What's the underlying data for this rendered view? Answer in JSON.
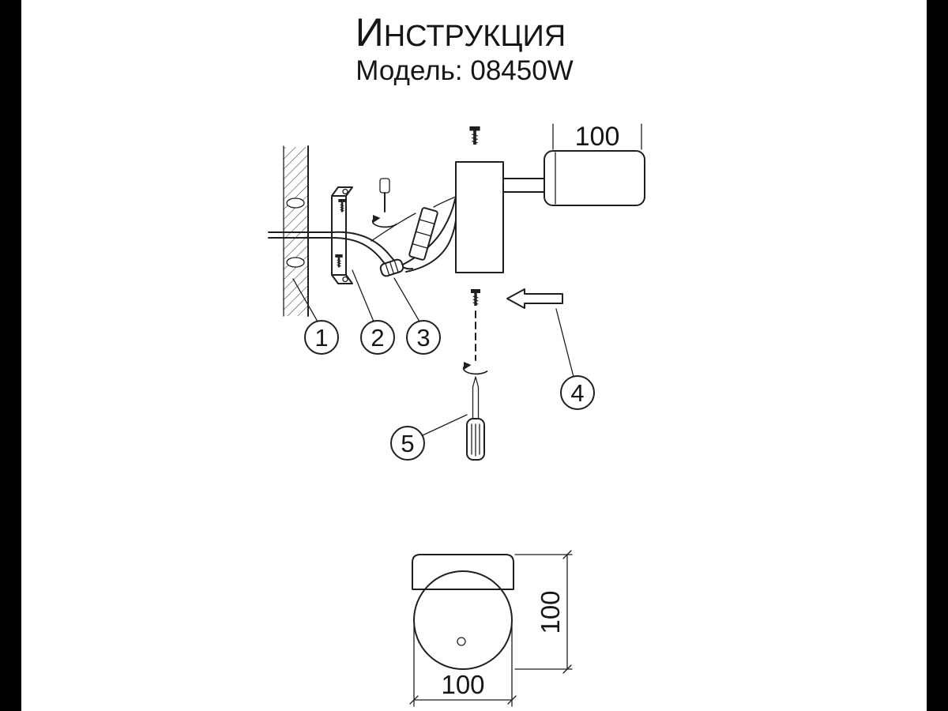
{
  "colors": {
    "background": "#ffffff",
    "line": "#1f1f1f",
    "side_bars": "#000000"
  },
  "header": {
    "title_initial": "И",
    "title_rest": "НСТРУКЦИЯ",
    "model_line": "Модель: 08450W"
  },
  "assembly_view": {
    "shade_length_dim": "100",
    "callouts": [
      "1",
      "2",
      "3",
      "4",
      "5"
    ]
  },
  "front_view": {
    "height_dim": "100",
    "width_dim": "100"
  }
}
